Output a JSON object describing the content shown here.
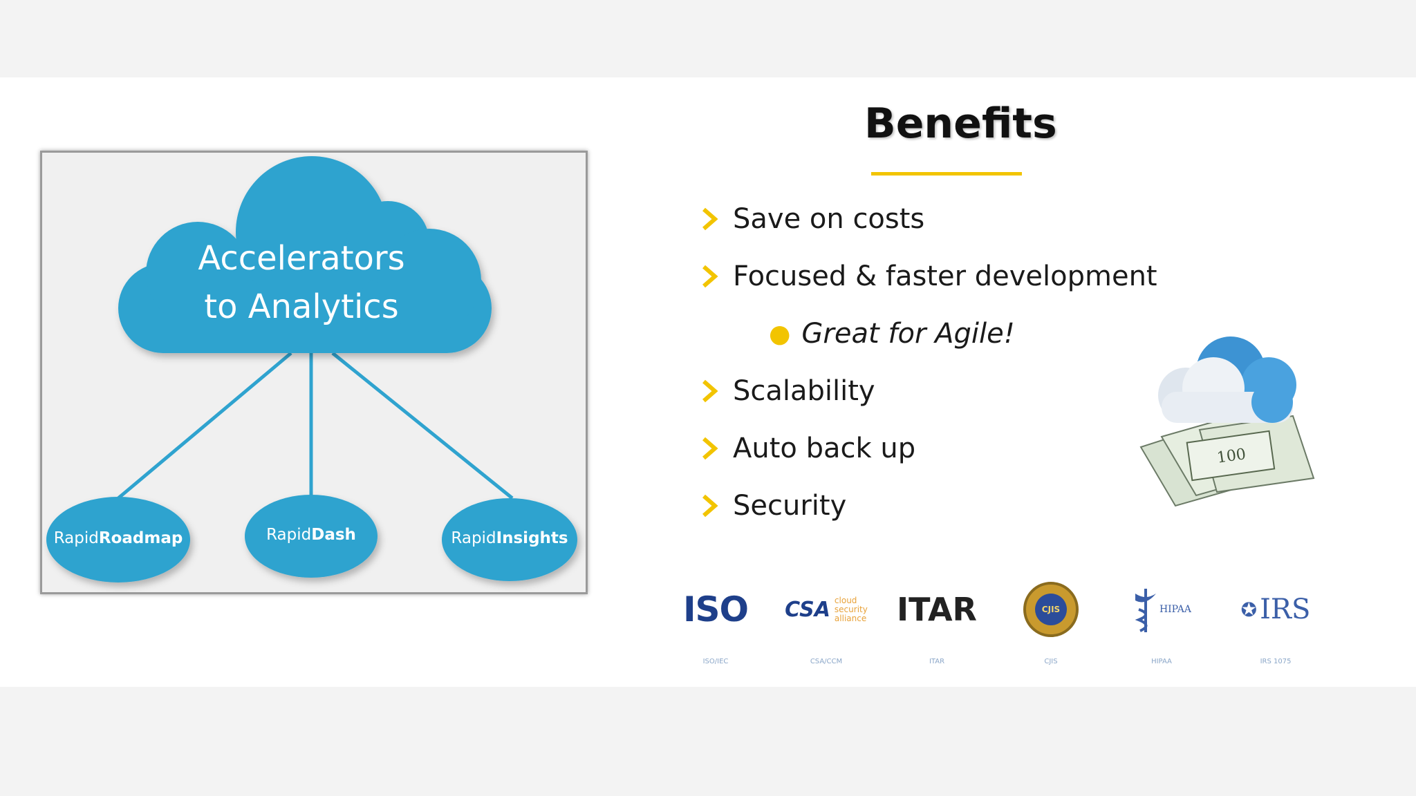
{
  "diagram": {
    "cloud_line1": "Accelerators",
    "cloud_line2": "to Analytics",
    "nodes": [
      {
        "prefix": "Rapid",
        "suffix": "Roadmap"
      },
      {
        "prefix": "Rapid",
        "suffix": "Dash"
      },
      {
        "prefix": "Rapid",
        "suffix": "Insights"
      }
    ],
    "color": "#2fa3cf"
  },
  "benefits": {
    "title": "Benefits",
    "items": [
      "Save on costs",
      "Focused & faster development",
      "Scalability",
      "Auto back up",
      "Security"
    ],
    "sub_item": "Great for Agile!",
    "accent": "#f2c400"
  },
  "logos": [
    {
      "text": "ISO",
      "caption": "ISO/IEC"
    },
    {
      "text": "CSA",
      "caption": "CSA/CCM",
      "side": [
        "cloud",
        "security",
        "alliance"
      ]
    },
    {
      "text": "ITAR",
      "caption": "ITAR"
    },
    {
      "text": "CJIS",
      "caption": "CJIS"
    },
    {
      "text": "HIPAA",
      "caption": "HIPAA"
    },
    {
      "text": "IRS",
      "caption": "IRS 1075"
    }
  ]
}
